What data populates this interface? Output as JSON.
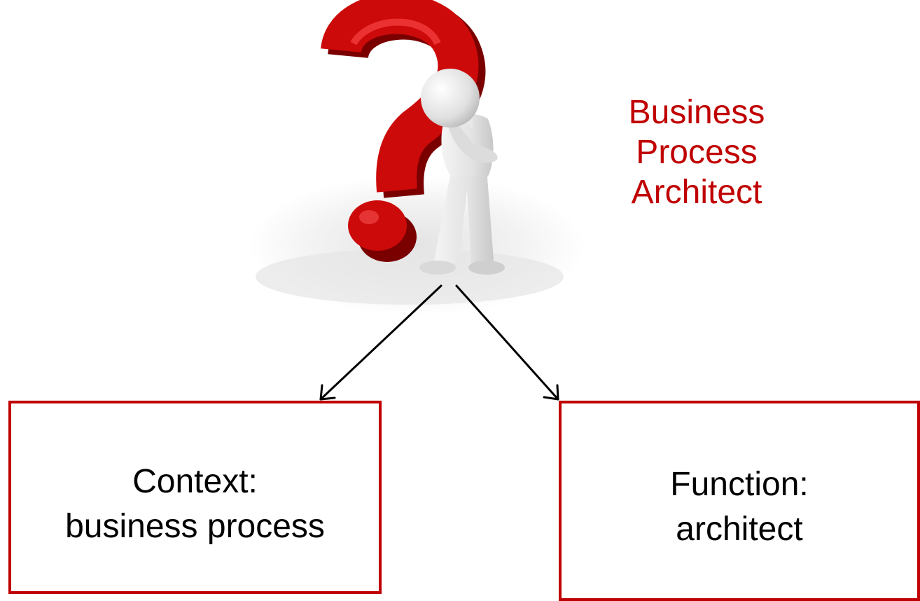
{
  "title": {
    "line1": "Business",
    "line2": "Process",
    "line3": "Architect",
    "color": "#c00000"
  },
  "boxes": {
    "left": {
      "line1": "Context:",
      "line2": "business process"
    },
    "right": {
      "line1": "Function:",
      "line2": "architect"
    },
    "border_color": "#c00000"
  },
  "illustration": {
    "icon": "thinking-person-question-mark-icon",
    "question_mark_color": "#c00000"
  },
  "connectors": {
    "arrow_count": 2
  }
}
